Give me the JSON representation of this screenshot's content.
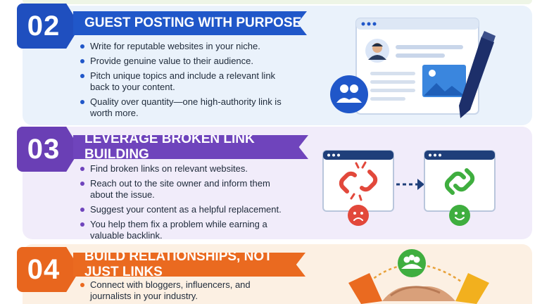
{
  "sections": [
    {
      "number": "02",
      "title": "GUEST POSTING WITH PURPOSE",
      "bullets": [
        "Write for reputable websites in your niche.",
        "Provide genuine value to their audience.",
        "Pitch unique topics and include a relevant link back to your content.",
        "Quality over quantity—one high-authority link is worth more."
      ]
    },
    {
      "number": "03",
      "title": "LEVERAGE BROKEN LINK BUILDING",
      "bullets": [
        "Find broken links on relevant websites.",
        "Reach out to the site owner and inform them about the issue.",
        "Suggest your content as a helpful replacement.",
        "You help them fix a problem while earning a valuable backlink."
      ]
    },
    {
      "number": "04",
      "title": "BUILD RELATIONSHIPS, NOT JUST LINKS",
      "bullets": [
        "Connect with bloggers, influencers, and journalists in your industry."
      ]
    }
  ],
  "icons": {
    "sec2": [
      "browser-window-icon",
      "avatar-icon",
      "image-icon",
      "pen-icon",
      "users-group-icon"
    ],
    "sec3": [
      "broken-link-icon",
      "sad-face-icon",
      "arrow-right-icon",
      "link-icon",
      "happy-face-icon"
    ],
    "sec4": [
      "users-group-icon",
      "handshake-icon"
    ]
  },
  "colors": {
    "blue": "#2057c9",
    "purple": "#6f44bc",
    "orange": "#ea6a20",
    "red": "#e2483b",
    "green": "#3fae3f"
  }
}
